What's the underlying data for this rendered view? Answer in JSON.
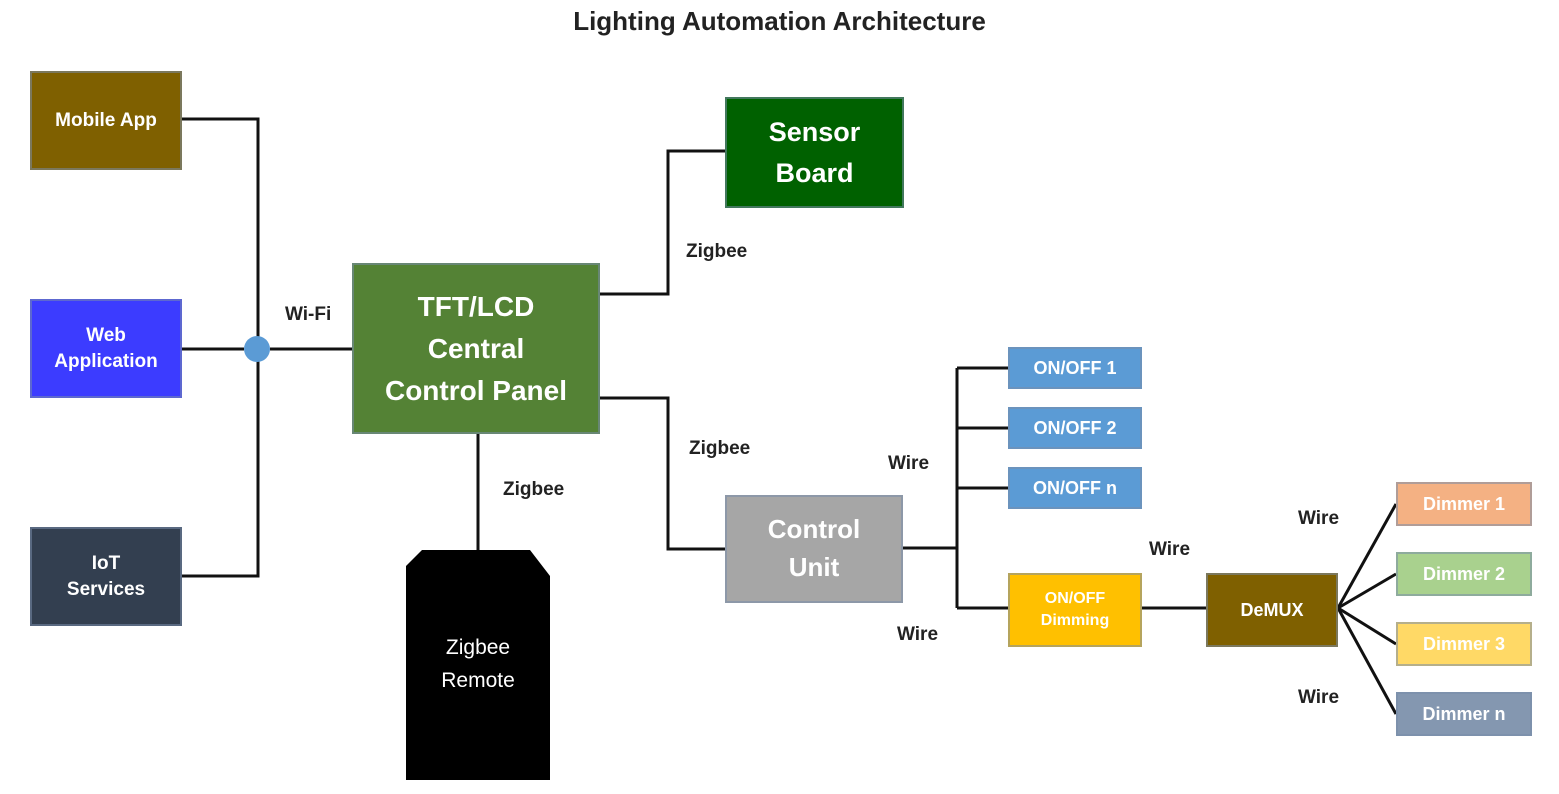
{
  "title": "Lighting Automation Architecture",
  "nodes": {
    "mobile_app": "Mobile App",
    "web_application": "Web\nApplication",
    "iot_services": "IoT\nServices",
    "central_panel": "TFT/LCD\nCentral\nControl Panel",
    "sensor_board": "Sensor\nBoard",
    "zigbee_remote": "Zigbee\nRemote",
    "control_unit": "Control\nUnit",
    "on_off_1": "ON/OFF 1",
    "on_off_2": "ON/OFF 2",
    "on_off_n": "ON/OFF n",
    "on_off_dimming": "ON/OFF\nDimming",
    "demux": "DeMUX",
    "dimmer_1": "Dimmer 1",
    "dimmer_2": "Dimmer 2",
    "dimmer_3": "Dimmer 3",
    "dimmer_n": "Dimmer n"
  },
  "labels": {
    "wifi": "Wi-Fi",
    "zigbee_sensor": "Zigbee",
    "zigbee_control": "Zigbee",
    "zigbee_remote": "Zigbee",
    "wire_on_off": "Wire",
    "wire_dimming": "Wire",
    "wire_demux": "Wire",
    "wire_dimmer_top": "Wire",
    "wire_dimmer_bottom": "Wire"
  },
  "colors": {
    "mobile_app": "#7f6000",
    "web_application": "#3c3cff",
    "iot_services": "#333f50",
    "central_panel": "#548235",
    "sensor_board": "#006100",
    "control_unit": "#a6a6a6",
    "on_off": "#5b9bd5",
    "on_off_dimming": "#ffc000",
    "demux": "#7f6000",
    "dimmer_1": "#f4b183",
    "dimmer_2": "#a9d18e",
    "dimmer_3": "#ffd966",
    "dimmer_n": "#8497b0",
    "hub": "#5b9bd5",
    "remote": "#000000",
    "wire": "#111111"
  },
  "connections": [
    [
      "mobile_app",
      "hub"
    ],
    [
      "web_application",
      "hub"
    ],
    [
      "iot_services",
      "hub"
    ],
    [
      "hub",
      "central_panel"
    ],
    [
      "central_panel",
      "sensor_board"
    ],
    [
      "central_panel",
      "control_unit"
    ],
    [
      "central_panel",
      "zigbee_remote"
    ],
    [
      "control_unit",
      "on_off_1"
    ],
    [
      "control_unit",
      "on_off_2"
    ],
    [
      "control_unit",
      "on_off_n"
    ],
    [
      "control_unit",
      "on_off_dimming"
    ],
    [
      "on_off_dimming",
      "demux"
    ],
    [
      "demux",
      "dimmer_1"
    ],
    [
      "demux",
      "dimmer_2"
    ],
    [
      "demux",
      "dimmer_3"
    ],
    [
      "demux",
      "dimmer_n"
    ]
  ]
}
